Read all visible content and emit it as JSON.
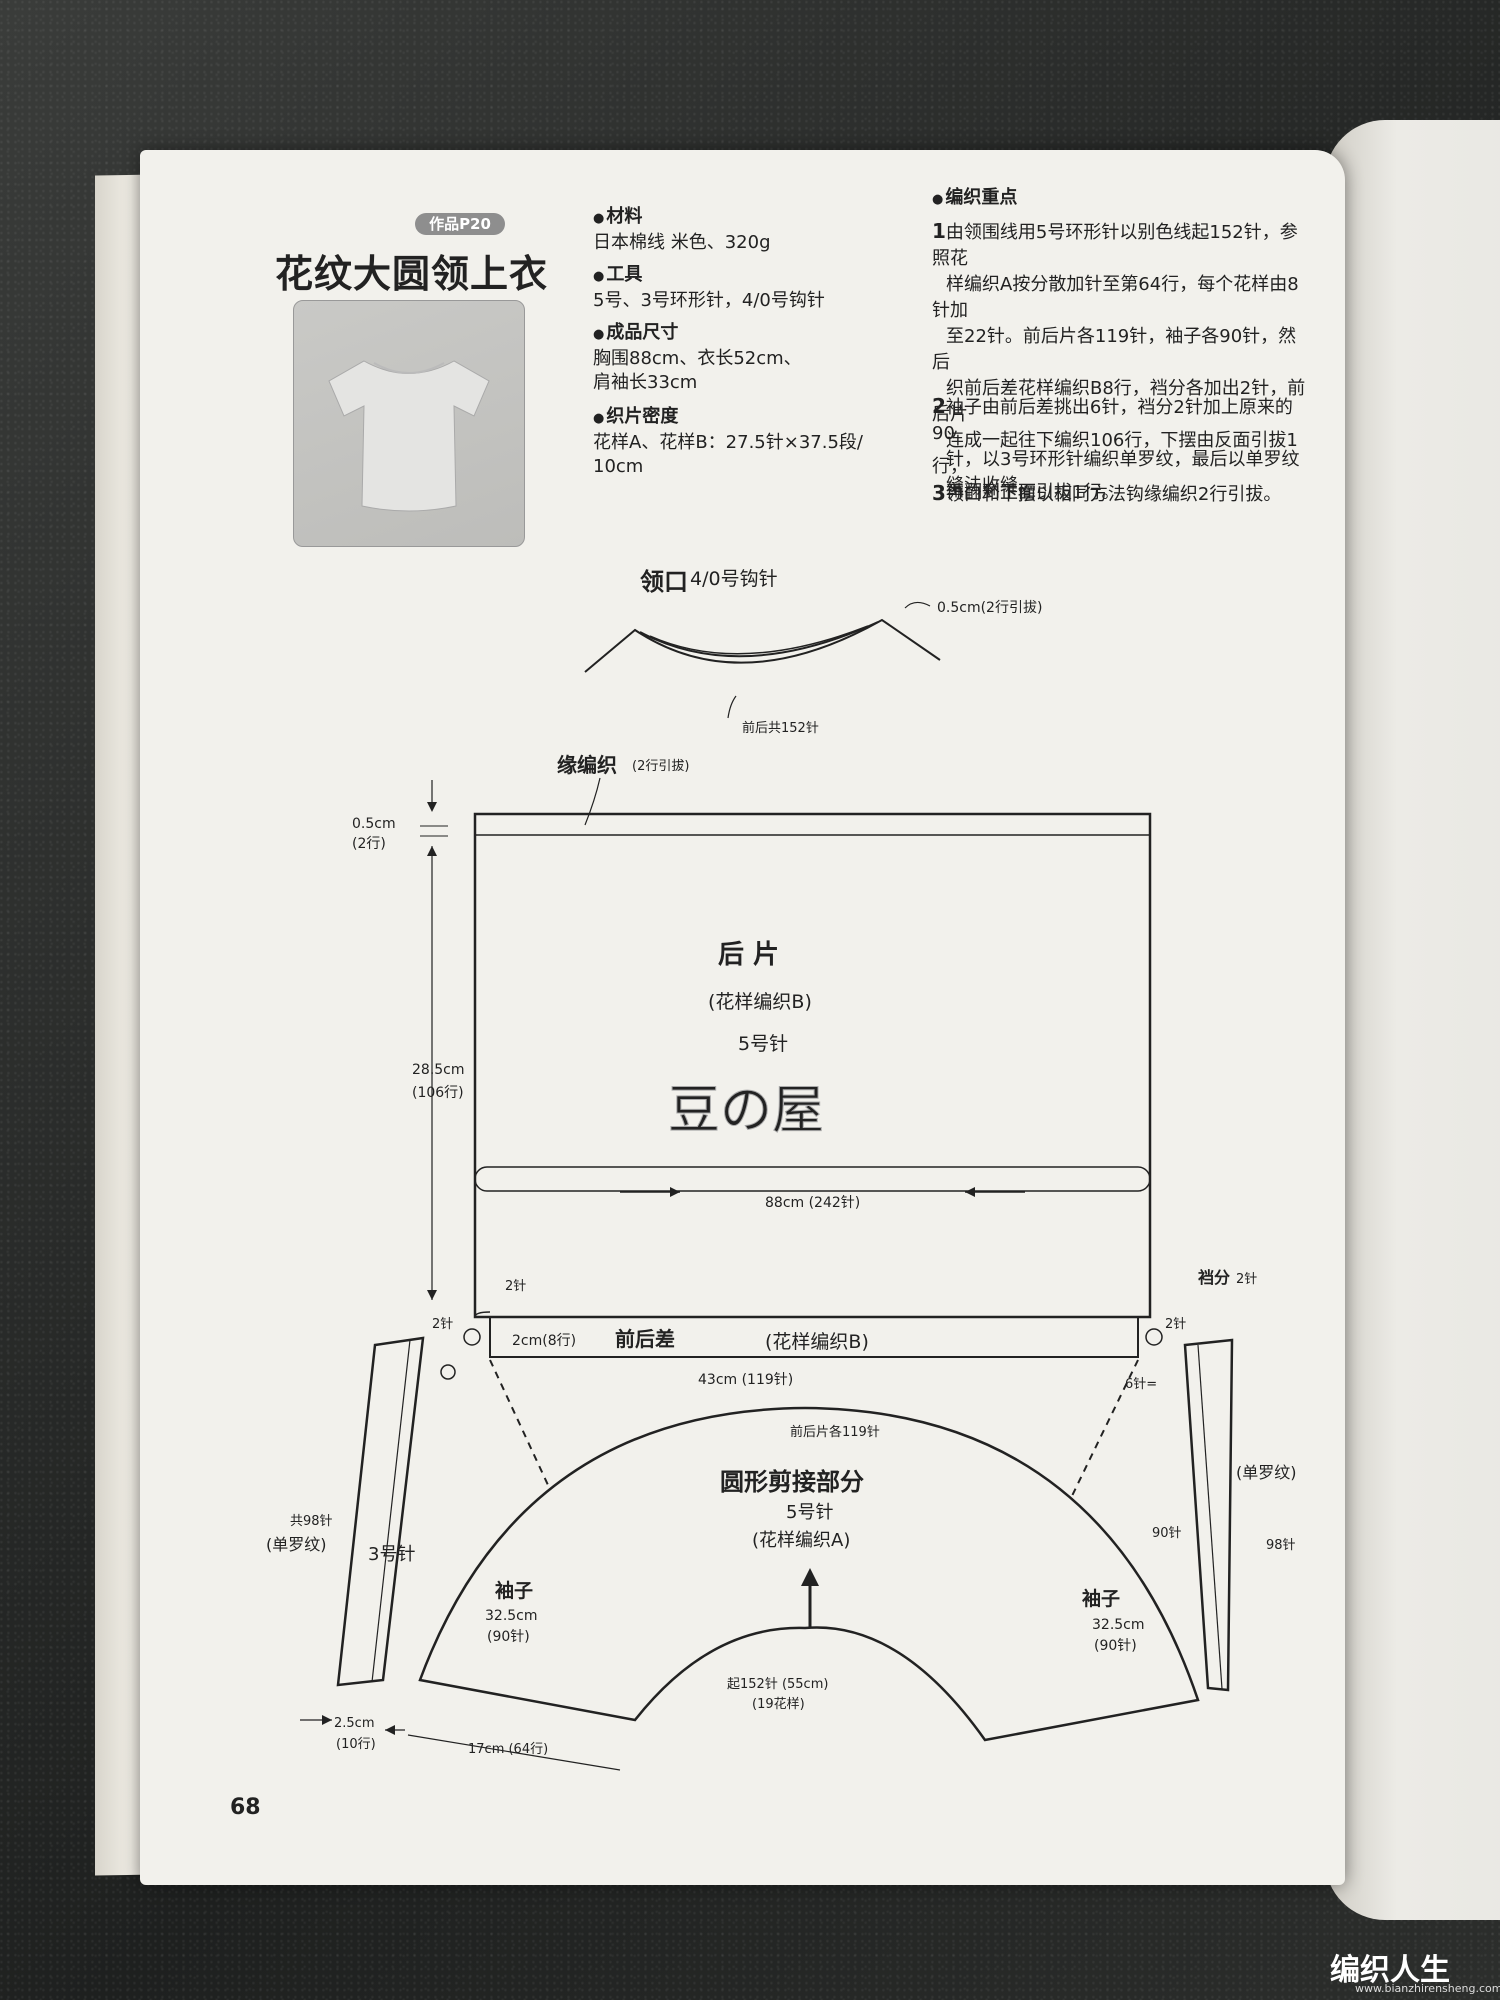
{
  "header": {
    "badge": "作品P20",
    "title": "花纹大圆领上衣"
  },
  "materials": {
    "label": "材料",
    "value": "日本棉线   米色、320g"
  },
  "tools": {
    "label": "工具",
    "value": "5号、3号环形针，4/0号钩针"
  },
  "size": {
    "label": "成品尺寸",
    "line1": "胸围88cm、衣长52cm、",
    "line2": "肩袖长33cm"
  },
  "gauge": {
    "label": "织片密度",
    "line1": "花样A、花样B：27.5针×37.5段/",
    "line2": "10cm"
  },
  "key_points": {
    "label": "编织重点",
    "items": [
      {
        "num": "1",
        "lines": [
          "由领围线用5号环形针以别色线起152针，参照花",
          "样编织A按分散加针至第64行，每个花样由8针加",
          "至22针。前后片各119针，袖子各90针，然后",
          "织前后差花样编织B8行，裆分各加出2针，前后片",
          "连成一起往下编织106行，下摆由反面引拔1行，",
          "再翻到正面引拔1行。"
        ]
      },
      {
        "num": "2",
        "lines": [
          "袖子由前后差挑出6针，裆分2针加上原来的90",
          "针，以3号环形针编织单罗纹，最后以单罗纹",
          "缝法收缝。"
        ]
      },
      {
        "num": "3",
        "lines": [
          "领口和下摆以相同方法钩缘编织2行引拔。"
        ]
      }
    ]
  },
  "diagram": {
    "neck_title": "领口",
    "neck_hook": "4/0号钩针",
    "neck_border": "0.5cm(2行引拔)",
    "neck_count": "前后共152针",
    "edge_title": "缘编织",
    "edge_note": "(2行引拔)",
    "edge_h": "0.5cm",
    "edge_rows": "(2行)",
    "body_h": "28.5cm",
    "body_rows": "(106行)",
    "back_title": "后 片",
    "back_pattern": "(花样编织B)",
    "back_needle": "5号针",
    "stamp": "豆の屋",
    "width": "88cm (242针)",
    "two_st_a": "2针",
    "two_st_b": "2针",
    "two_st_c": "2针",
    "gusset": "裆分",
    "gusset_st": "2针",
    "diff_h": "2cm(8行)",
    "diff_title": "前后差",
    "diff_pattern": "(花样编织B)",
    "diff_width": "43cm (119针)",
    "six_st": "6针=",
    "yoke_count": "前后片各119针",
    "yoke_title": "圆形剪接部分",
    "yoke_needle": "5号针",
    "yoke_pattern": "(花样编织A)",
    "sleeve_l": "袖子",
    "sleeve_l_len": "32.5cm",
    "sleeve_l_st": "(90针)",
    "sleeve_r": "袖子",
    "sleeve_r_len": "32.5cm",
    "sleeve_r_st": "(90针)",
    "cuff_total": "共98针",
    "cuff_rib_l": "(单罗纹)",
    "cuff_needle": "3号针",
    "cuff_rib_r": "(单罗纹)",
    "cuff_r_90": "90针",
    "cuff_r_98": "98针",
    "start_count": "起152针 (55cm)",
    "start_repeat": "(19花样)",
    "cuff_w": "2.5cm",
    "cuff_w_rows": "(10行)",
    "yoke_depth": "17cm (64行)"
  },
  "page_number": "68",
  "site": {
    "brand": "编织人生",
    "url": "www.bianzhirensheng.com"
  }
}
